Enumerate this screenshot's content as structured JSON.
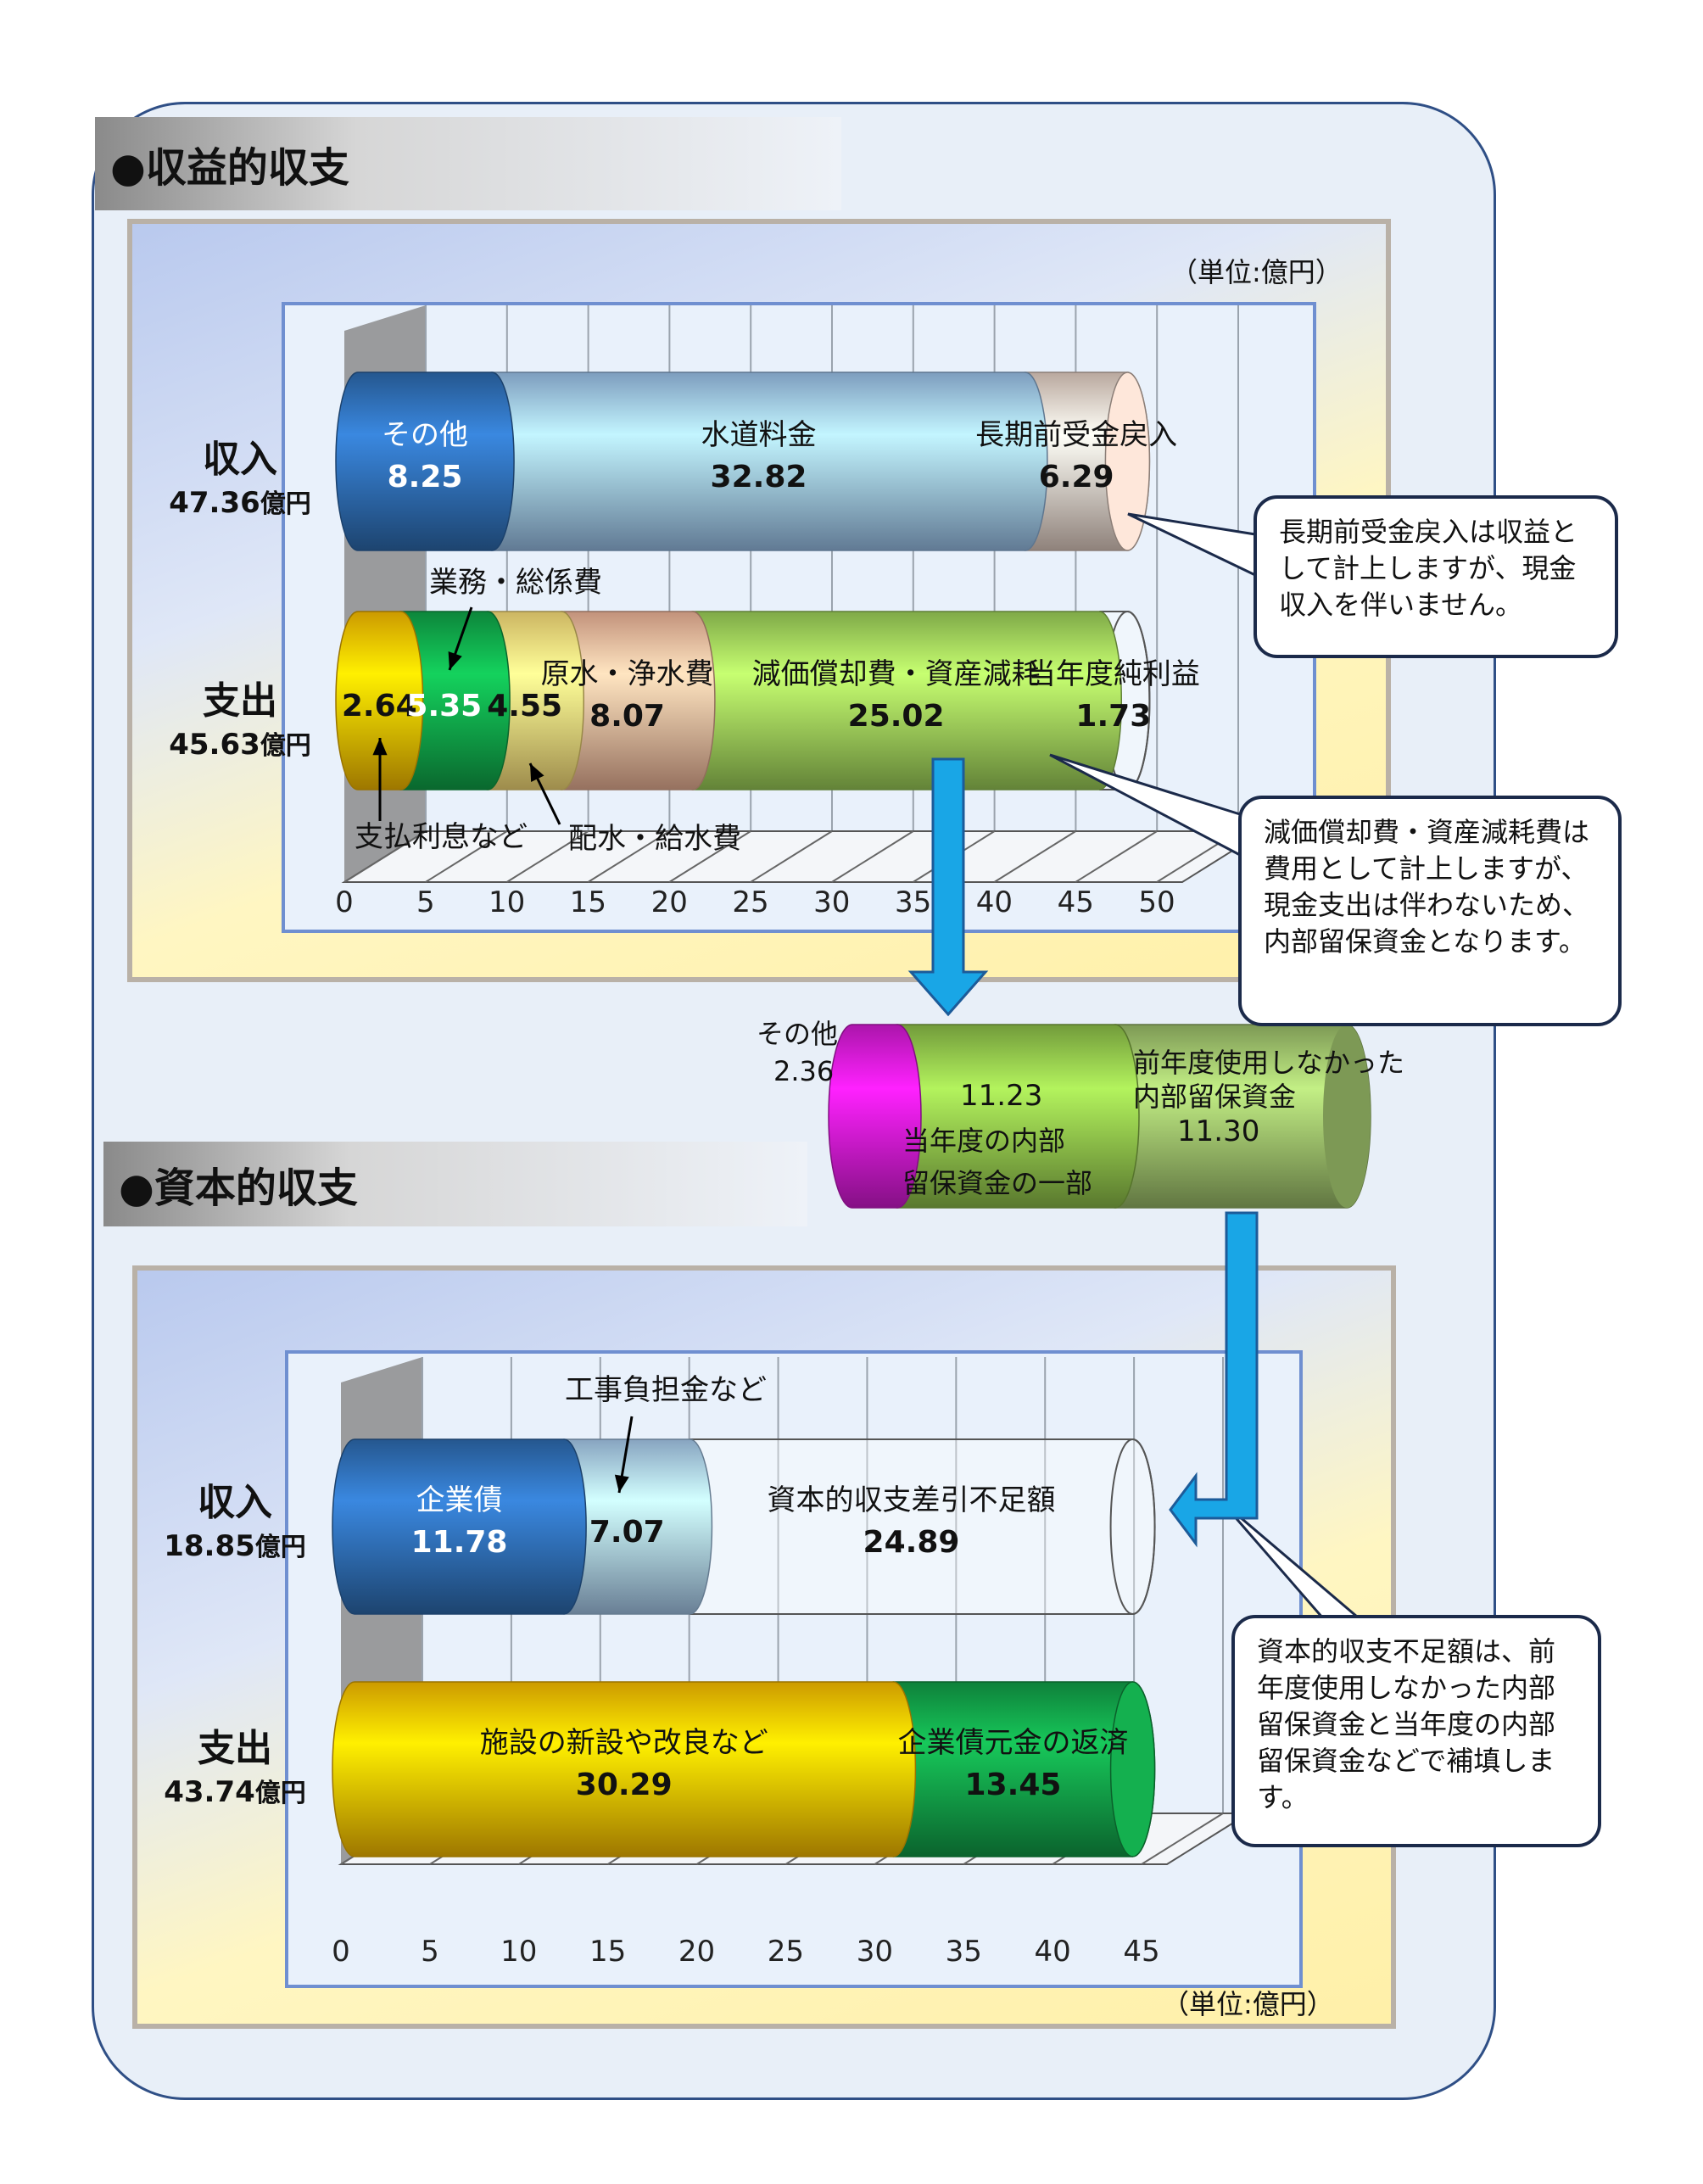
{
  "sections": {
    "revenue_title": "●収益的収支",
    "capital_title": "●資本的収支"
  },
  "unit_label": "（単位:億円）",
  "unit_label_bottom": "（単位:億円）",
  "revenue": {
    "income_label": "収入",
    "income_amount": "47.36",
    "expense_label": "支出",
    "expense_amount": "45.63",
    "yen_unit": "億円"
  },
  "capital": {
    "income_label": "収入",
    "income_amount": "18.85",
    "expense_label": "支出",
    "expense_amount": "43.74",
    "yen_unit": "億円"
  },
  "callouts": {
    "long_term": "長期前受金戻入は収益として計上しますが、現金収入を伴いません。",
    "depreciation": "減価償却費・資産減耗費は費用として計上しますが、現金支出は伴わないため、内部留保資金となります。",
    "capital_shortfall": "資本的収支不足額は、前年度使用しなかった内部留保資金と当年度の内部留保資金などで補填します。"
  },
  "reserve_bar": {
    "other_label": "その他",
    "other_value": "2.36",
    "current_value": "11.23",
    "current_label_1": "当年度の内部",
    "current_label_2": "留保資金の一部",
    "prev_label_1": "前年度使用しなかった",
    "prev_label_2": "内部留保資金",
    "prev_value": "11.30",
    "colors": {
      "other": "#d61ad6",
      "current": "#8fc24a",
      "prev": "#9cbf6a"
    }
  },
  "chart_data": [
    {
      "type": "bar",
      "orientation": "horizontal",
      "stacked": true,
      "title": "収益的収支",
      "xlim": [
        0,
        50
      ],
      "xticks": [
        0,
        5,
        10,
        15,
        20,
        25,
        30,
        35,
        40,
        45,
        50
      ],
      "rows": [
        {
          "name": "収入",
          "segments": [
            {
              "label": "その他",
              "value": 8.25,
              "color": "#2e6db3",
              "text_color": "#ffffff",
              "label_out": false
            },
            {
              "label": "水道料金",
              "value": 32.82,
              "color": "#9cc4ee",
              "text_color": "#111111",
              "label_out": false
            },
            {
              "label": "長期前受金戻入",
              "value": 6.29,
              "color": "#e7d2c6",
              "text_color": "#111111",
              "label_out": false
            }
          ]
        },
        {
          "name": "支出",
          "segments": [
            {
              "label": "支払利息など",
              "value": 2.64,
              "color": "#ffc000",
              "text_color": "#111111",
              "label_out": true
            },
            {
              "label": "業務・総係費",
              "value": 5.35,
              "color": "#10a84a",
              "text_color": "#ffffff",
              "label_out": true
            },
            {
              "label": "配水・給水費",
              "value": 4.55,
              "color": "#ffe27a",
              "text_color": "#111111",
              "label_out": true
            },
            {
              "label": "原水・浄水費",
              "value": 8.07,
              "color": "#f2b79a",
              "text_color": "#111111",
              "label_out": false
            },
            {
              "label": "減価償却費・資産減耗",
              "value": 25.02,
              "color": "#9fd35a",
              "text_color": "#111111",
              "label_out": false
            },
            {
              "label": "当年度純利益",
              "value": 1.73,
              "color": "none",
              "text_color": "#111111",
              "label_out": false
            }
          ]
        }
      ]
    },
    {
      "type": "bar",
      "orientation": "horizontal",
      "stacked": true,
      "title": "資本的収支",
      "xlim": [
        0,
        45
      ],
      "xticks": [
        0,
        5,
        10,
        15,
        20,
        25,
        30,
        35,
        40,
        45
      ],
      "rows": [
        {
          "name": "収入",
          "segments": [
            {
              "label": "企業債",
              "value": 11.78,
              "color": "#2e6db3",
              "text_color": "#ffffff",
              "label_out": false
            },
            {
              "label": "工事負担金など",
              "value": 7.07,
              "color": "#a9cdf0",
              "text_color": "#111111",
              "label_out": true
            },
            {
              "label": "資本的収支差引不足額",
              "value": 24.89,
              "color": "none",
              "text_color": "#111111",
              "label_out": false
            }
          ]
        },
        {
          "name": "支出",
          "segments": [
            {
              "label": "施設の新設や改良など",
              "value": 30.29,
              "color": "#ffc000",
              "text_color": "#111111",
              "label_out": false
            },
            {
              "label": "企業債元金の返済",
              "value": 13.45,
              "color": "#12a048",
              "text_color": "#111111",
              "label_out": false
            }
          ]
        }
      ]
    }
  ]
}
